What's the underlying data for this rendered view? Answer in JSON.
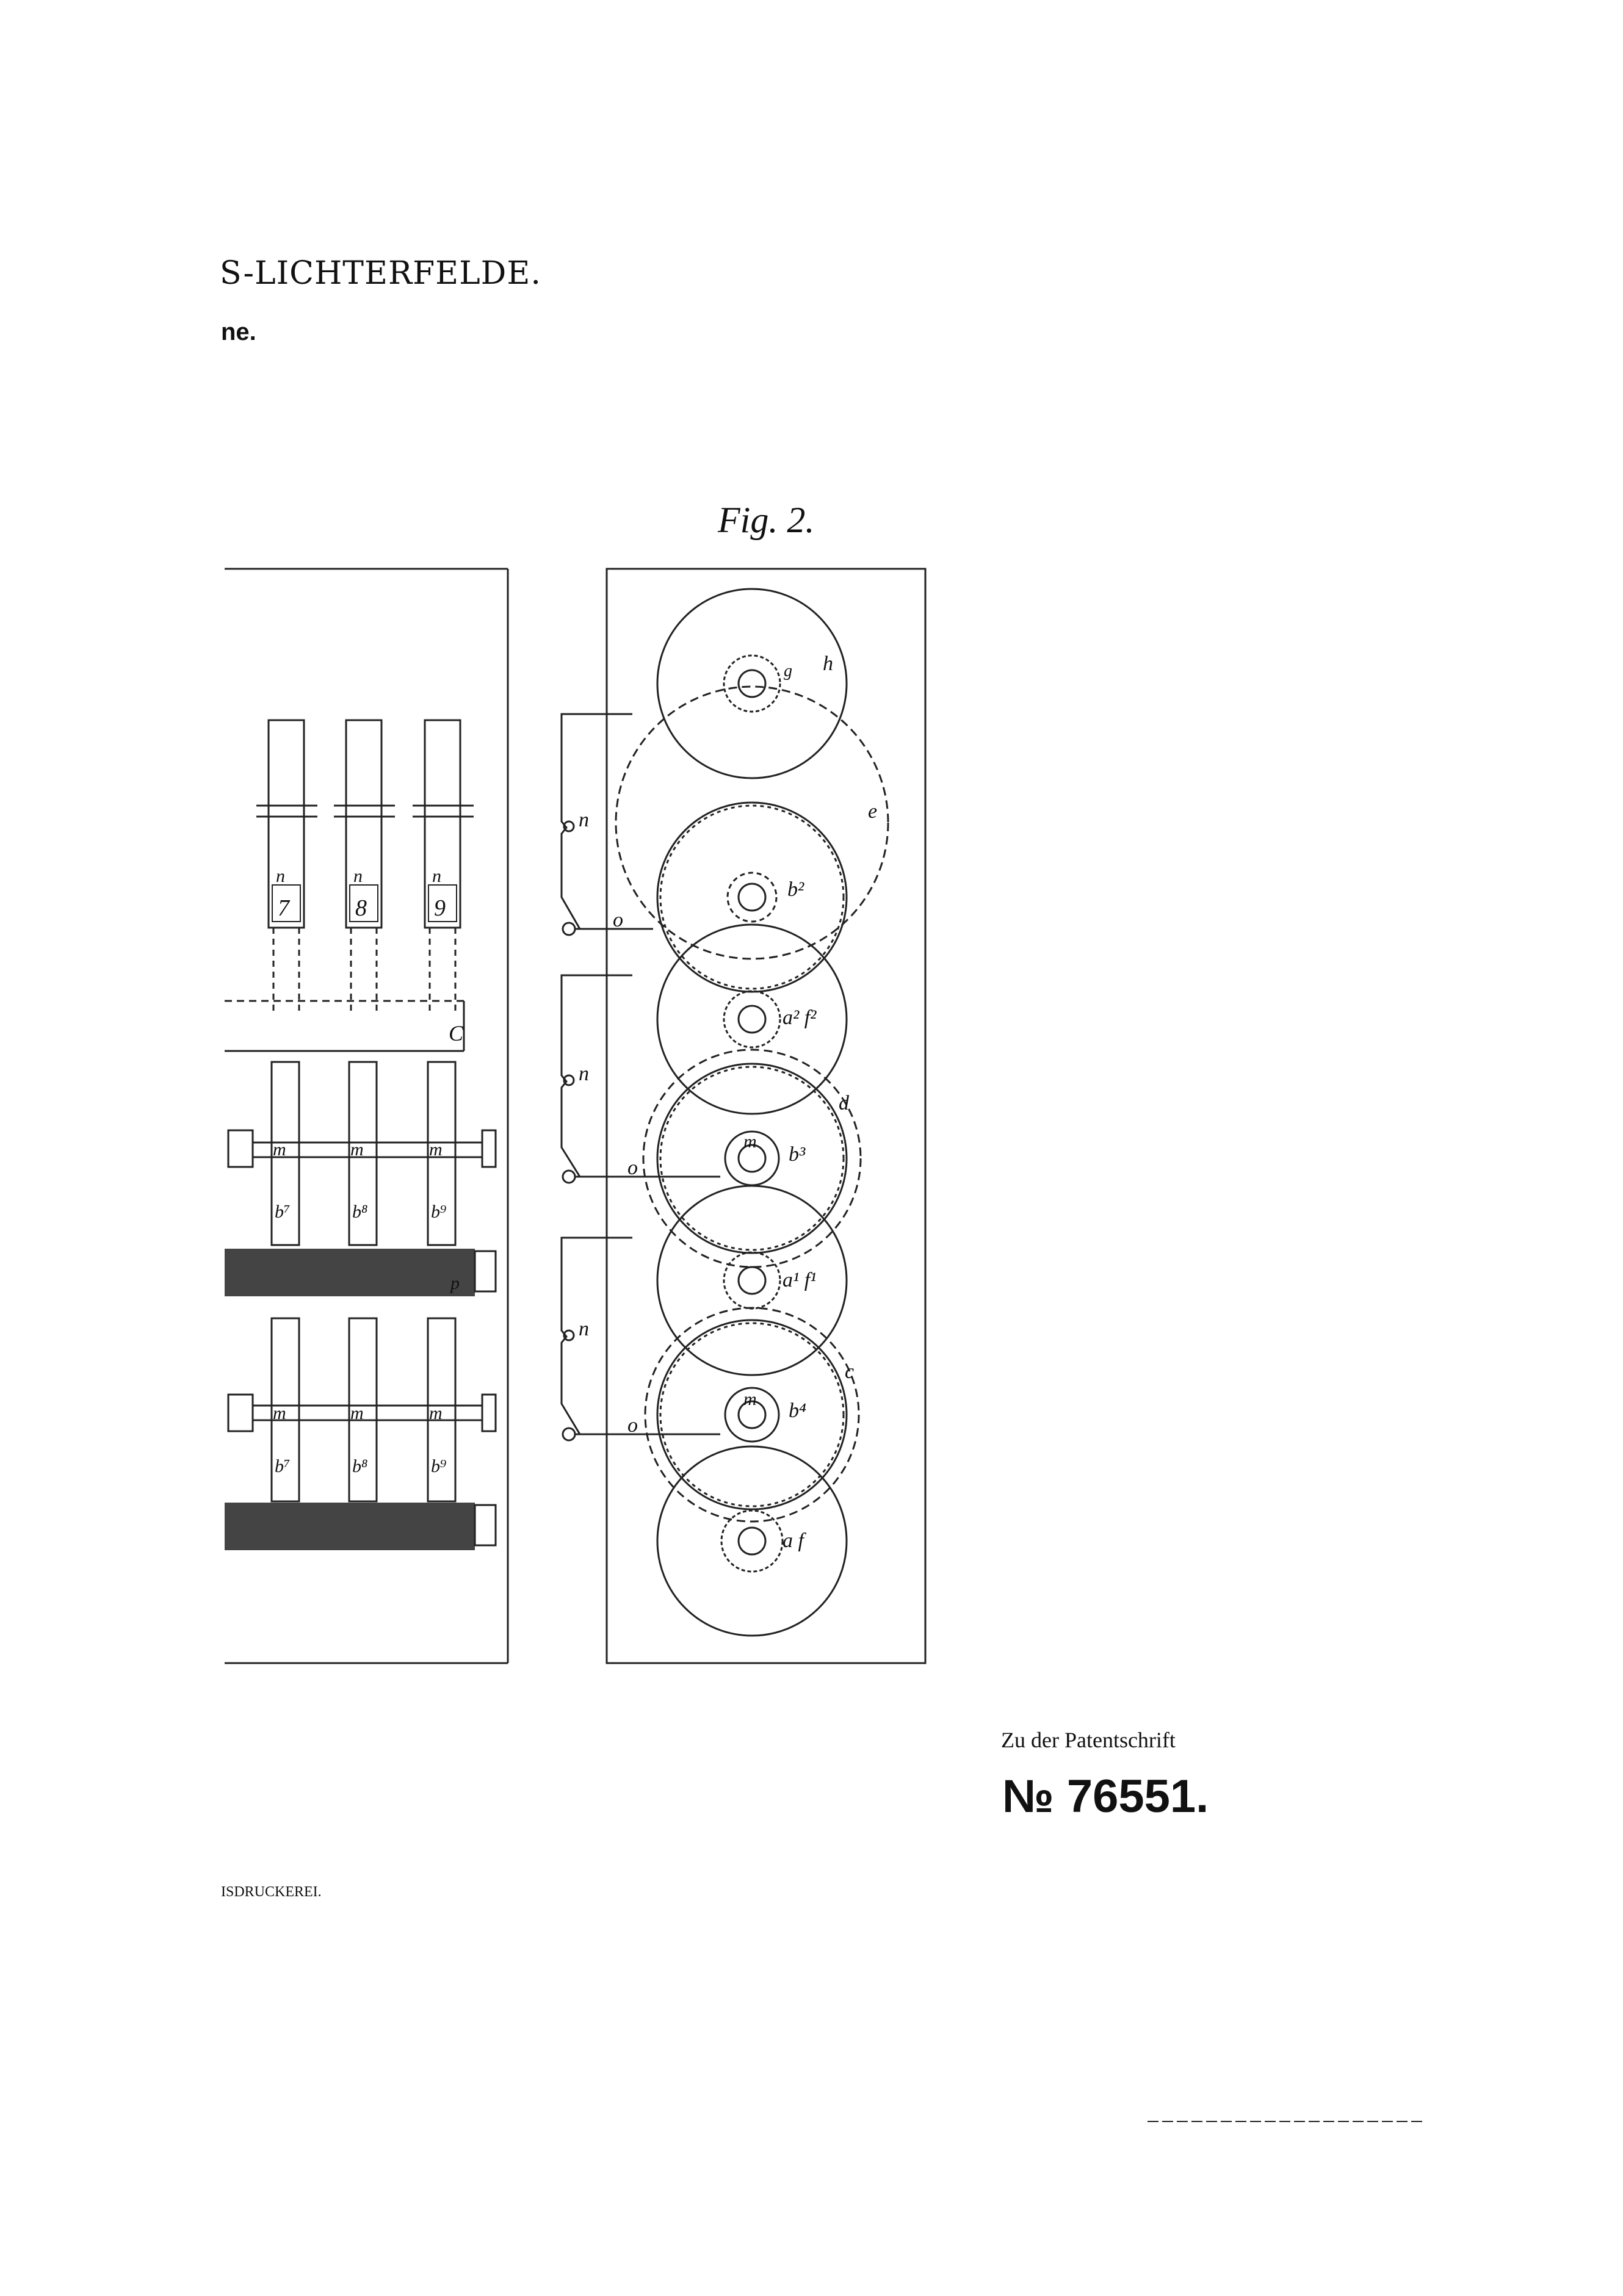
{
  "header": {
    "place": "S-LICHTERFELDE.",
    "subtitle": "ne."
  },
  "figure": {
    "label": "Fig. 2.",
    "left_column_numbers": [
      "7",
      "8",
      "9"
    ],
    "left_letters": {
      "n": "n",
      "c": "C",
      "m": "m",
      "b7": "b⁷",
      "b8": "b⁸",
      "b9": "b⁹",
      "p": "p"
    },
    "right_letters": {
      "h": "h",
      "g": "g",
      "e": "e",
      "b2": "b²",
      "a2f2": "a² f²",
      "d": "d",
      "b3": "b³",
      "a1f1": "a¹ f¹",
      "c": "c",
      "b4": "b⁴",
      "af": "a f",
      "n": "n",
      "o": "o",
      "m": "m"
    }
  },
  "footer": {
    "reference_caption": "Zu der Patentschrift",
    "patent_number": "№ 76551.",
    "printer": "ISDRUCKEREI."
  }
}
